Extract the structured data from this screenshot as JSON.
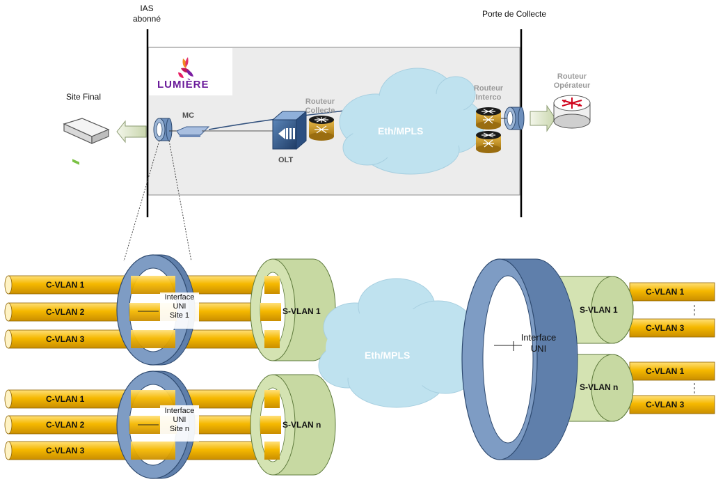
{
  "top": {
    "ias_label_line1": "IAS",
    "ias_label_line2": "abonné",
    "porte_label": "Porte de Collecte",
    "site_final_label": "Site Final",
    "logo_text": "LUMIÈRE",
    "mc_label": "MC",
    "olt_label": "OLT",
    "routeur_collecte_line1": "Routeur",
    "routeur_collecte_line2": "Collecte",
    "cloud_label": "Eth/MPLS",
    "routeur_interco_line1": "Routeur",
    "routeur_interco_line2": "Interco",
    "routeur_operateur_line1": "Routeur",
    "routeur_operateur_line2": "Opérateur"
  },
  "bottom": {
    "site1": {
      "cvlans": [
        "C-VLAN 1",
        "C-VLAN 2",
        "C-VLAN 3"
      ],
      "iface_line1": "Interface",
      "iface_line2": "UNI",
      "iface_line3": "Site 1",
      "svlan": "S-VLAN 1"
    },
    "siten": {
      "cvlans": [
        "C-VLAN 1",
        "C-VLAN 2",
        "C-VLAN 3"
      ],
      "iface_line1": "Interface",
      "iface_line2": "UNI",
      "iface_line3": "Site n",
      "svlan": "S-VLAN n"
    },
    "cloud_label": "Eth/MPLS",
    "right": {
      "iface_line1": "Interface",
      "iface_line2": "UNI",
      "group1": {
        "svlan": "S-VLAN 1",
        "cvlans": [
          "C-VLAN 1",
          "C-VLAN 3"
        ]
      },
      "group2": {
        "svlan": "S-VLAN n",
        "cvlans": [
          "C-VLAN 1",
          "C-VLAN 3"
        ]
      }
    }
  },
  "colors": {
    "pipe_yellow": "#f5b800",
    "svlan_green": "#d4e3b2",
    "uni_blue": "#7e9cc4",
    "cloud_blue": "#bfe2ef",
    "box_gray": "#ececec"
  }
}
